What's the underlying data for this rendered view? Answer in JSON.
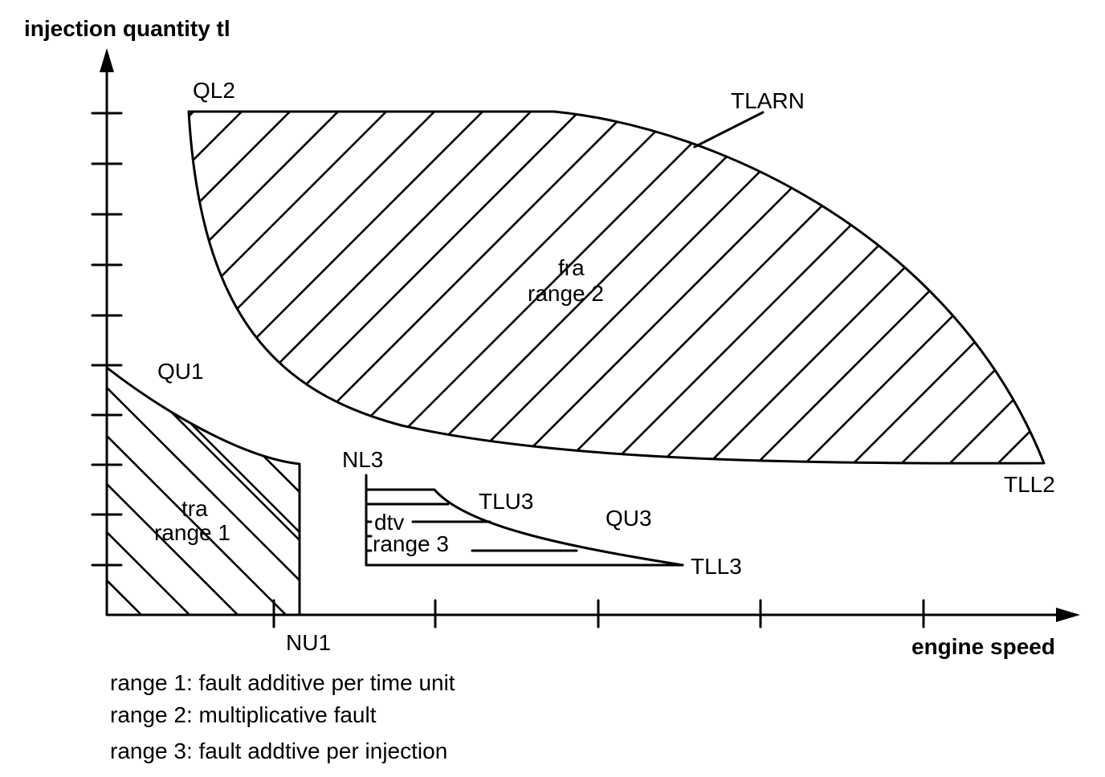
{
  "axes": {
    "y_title": "injection quantity tl",
    "x_title": "engine speed"
  },
  "labels": {
    "ql2": "QL2",
    "tlarn": "TLARN",
    "fra": "fra",
    "range2": "range 2",
    "qu1": "QU1",
    "tra": "tra",
    "range1": "range 1",
    "nl3": "NL3",
    "tlu3": "TLU3",
    "qu3": "QU3",
    "dtv": "dtv",
    "range3": "range 3",
    "tll3": "TLL3",
    "tll2": "TLL2",
    "nu1": "NU1"
  },
  "legend": [
    "range 1: fault additive per time unit",
    "range 2: multiplicative fault",
    "range 3: fault addtive per injection"
  ]
}
